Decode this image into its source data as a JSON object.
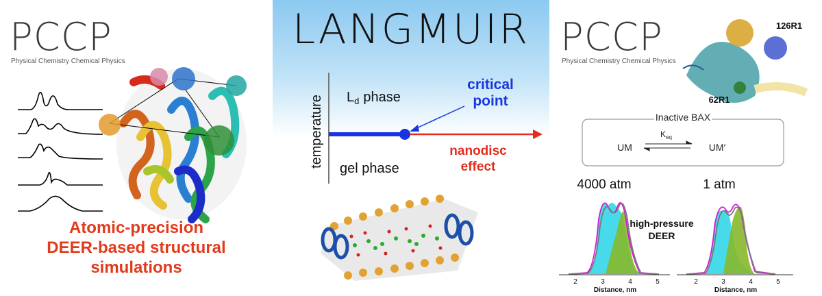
{
  "left": {
    "journal": "PCCP",
    "journal_full": "Physical Chemistry Chemical Physics",
    "caption_line1": "Atomic-precision",
    "caption_line2": "DEER-based structural",
    "caption_line3": "simulations",
    "caption_color": "#e23a1b"
  },
  "middle": {
    "journal": "LANGMUIR",
    "y_axis_label": "temperature",
    "phase_top": "phase",
    "phase_top_symbol": "L",
    "phase_top_subscript": "d",
    "phase_bottom": "gel phase",
    "critical_line1": "critical",
    "critical_line2": "point",
    "nanodisc_line1": "nanodisc",
    "nanodisc_line2": "effect",
    "colors": {
      "blue": "#1a35e0",
      "red": "#e52b1c",
      "sky": "#8cc9f0"
    }
  },
  "right": {
    "journal": "PCCP",
    "journal_full": "Physical Chemistry Chemical Physics",
    "label_126": "126R1",
    "label_62": "62R1",
    "box_title": "Inactive BAX",
    "keq": "K",
    "keq_sub": "eq",
    "um": "UM",
    "um_prime": "UM′",
    "pressure_high": "4000 atm",
    "pressure_low": "1 atm",
    "center_line1": "high-pressure",
    "center_line2": "DEER",
    "xaxis_title": "Distance, nm",
    "xticks": [
      "2",
      "3",
      "4",
      "5"
    ],
    "colors": {
      "cyan": "#27d3e8",
      "green": "#86b82a",
      "magenta": "#d61ad6",
      "gray": "#7a7a7a"
    }
  }
}
